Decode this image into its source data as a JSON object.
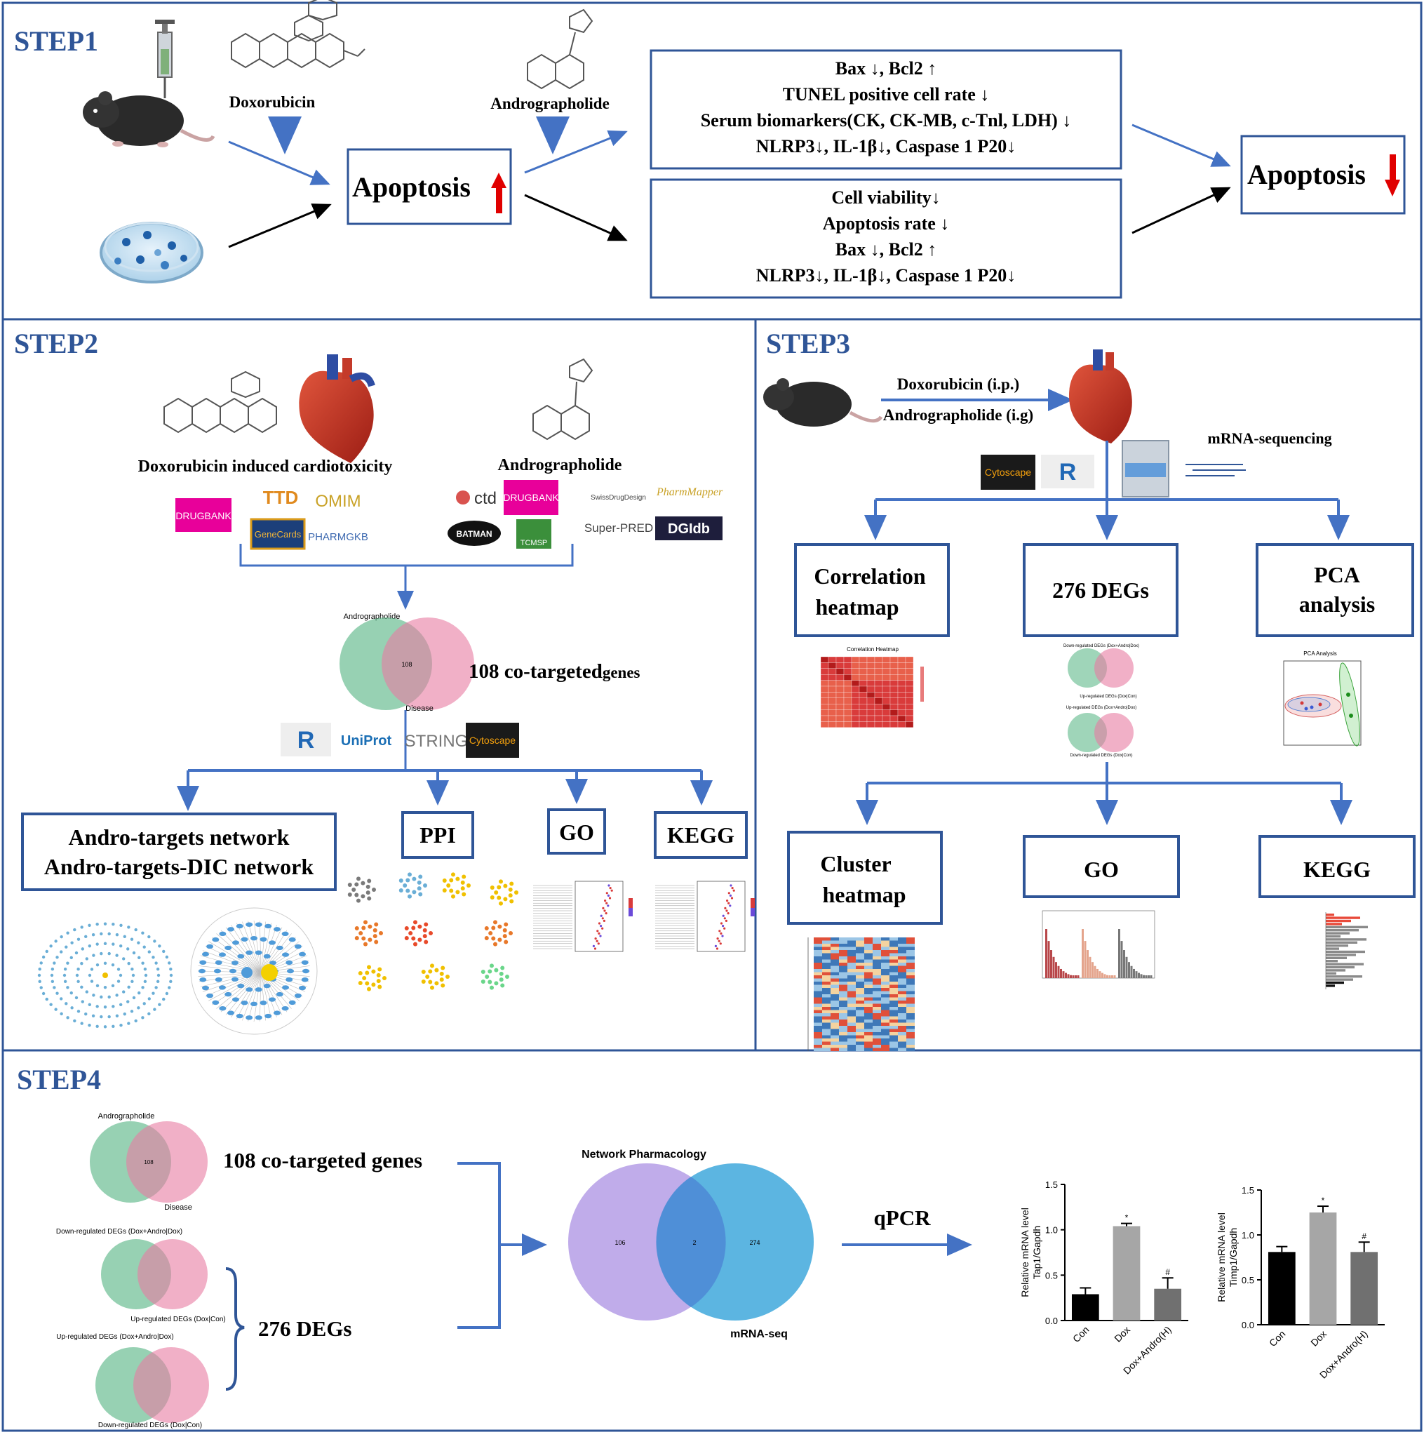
{
  "colors": {
    "border_blue": "#2f5597",
    "step_title": "#2f5597",
    "arrow_blue": "#4472c4",
    "arrow_black": "#000000",
    "up_red": "#e00000",
    "venn_green": "#5fb98a",
    "venn_pink": "#e77ba2",
    "venn_purple": "#b9a3e8",
    "venn_cyan": "#3fa8dc",
    "drugbank_magenta": "#e8009a"
  },
  "step1": {
    "title": "STEP1",
    "doxorubicin_label": "Doxorubicin",
    "andrographolide_label": "Andrographolide",
    "apoptosis_up": "Apoptosis",
    "apoptosis_down": "Apoptosis",
    "invivo_lines": [
      "Bax ↓, Bcl2 ↑",
      "TUNEL positive cell rate ↓",
      "Serum biomarkers(CK, CK-MB, c-Tnl, LDH) ↓",
      "NLRP3↓, IL-1β↓, Caspase 1 P20↓"
    ],
    "invitro_lines": [
      "Cell viability↓",
      "Apoptosis rate ↓",
      "Bax ↓, Bcl2 ↑",
      "NLRP3↓, IL-1β↓, Caspase 1 P20↓"
    ]
  },
  "step2": {
    "title": "STEP2",
    "disease_label": "Doxorubicin  induced  cardiotoxicity",
    "drug_label": "Andrographolide",
    "db_left": [
      "DRUGBANK",
      "TTD",
      "OMIM",
      "GeneCards",
      "PHARMGKB"
    ],
    "db_right": [
      "ctd",
      "DRUGBANK",
      "SwissDrugDesign",
      "PharmMapper",
      "BATMAN",
      "TCMSP",
      "Super-PRED",
      "DGIdb"
    ],
    "venn_top_label": "Andrographolide",
    "venn_bottom_label": "Disease",
    "venn_overlap": "108",
    "cotargeted_num": "108 co-targeted",
    "cotargeted_suffix": "genes",
    "tools": [
      "R",
      "UniProt",
      "STRING",
      "Cytoscape"
    ],
    "box_network_line1": "Andro-targets  network",
    "box_network_line2": "Andro-targets-DIC  network",
    "box_ppi": "PPI",
    "box_go": "GO",
    "box_kegg": "KEGG"
  },
  "step3": {
    "title": "STEP3",
    "dox_label": "Doxorubicin  (i.p.)",
    "andro_label": "Andrographolide  (i.g)",
    "seq_label": "mRNA-sequencing",
    "tools": [
      "Cytoscape",
      "R"
    ],
    "box_corr_line1": "Correlation",
    "box_corr_line2": "heatmap",
    "box_degs": "276 DEGs",
    "box_pca_line1": "PCA",
    "box_pca_line2": "analysis",
    "corr_title": "Correlation Heatmap",
    "pca_title": "PCA Analysis",
    "degs_small_1": "Down-regulated DEGs (Dox+Andro|Dox)",
    "degs_small_2": "Up-regulated DEGs (Dox|Con)",
    "degs_small_3": "Up-regulated DEGs (Dox+Andro|Dox)",
    "degs_small_4": "Down-regulated DEGs (Dox|Con)",
    "box_cluster_line1": "Cluster",
    "box_cluster_line2": "heatmap",
    "box_go": "GO",
    "box_kegg": "KEGG"
  },
  "step4": {
    "title": "STEP4",
    "venn1_top": "Andrographolide",
    "venn1_bottom": "Disease",
    "venn1_overlap": "108",
    "label_108": "108 co-targeted genes",
    "venn2_top": "Down-regulated DEGs (Dox+Andro|Dox)",
    "venn2_bottom": "Up-regulated DEGs (Dox|Con)",
    "venn3_top": "Up-regulated DEGs (Dox+Andro|Dox)",
    "venn3_bottom": "Down-regulated DEGs (Dox|Con)",
    "label_276": "276 DEGs",
    "big_venn_left": "Network Pharmacology",
    "big_venn_right": "mRNA-seq",
    "big_venn_left_only": "106",
    "big_venn_overlap": "2",
    "big_venn_right_only": "274",
    "qpcr_label": "qPCR"
  },
  "chart_data": [
    {
      "type": "bar",
      "ylabel": "Relative mRNA level Tap1/Gapdh",
      "categories": [
        "Con",
        "Dox",
        "Dox+Andro(H)"
      ],
      "values": [
        0.29,
        1.04,
        0.35
      ],
      "errors": [
        0.07,
        0.03,
        0.12
      ],
      "annotations": [
        "",
        "*",
        "#"
      ],
      "ylim": [
        0,
        1.5
      ],
      "yticks": [
        "0.0",
        "0.5",
        "1.0",
        "1.5"
      ],
      "colors": [
        "#000000",
        "#a6a6a6",
        "#707070"
      ]
    },
    {
      "type": "bar",
      "ylabel": "Relative mRNA level Timp1/Gapdh",
      "categories": [
        "Con",
        "Dox",
        "Dox+Andro(H)"
      ],
      "values": [
        0.81,
        1.25,
        0.81
      ],
      "errors": [
        0.06,
        0.07,
        0.11
      ],
      "annotations": [
        "",
        "*",
        "#"
      ],
      "ylim": [
        0,
        1.5
      ],
      "yticks": [
        "0.0",
        "0.5",
        "1.0",
        "1.5"
      ],
      "colors": [
        "#000000",
        "#a6a6a6",
        "#707070"
      ]
    }
  ]
}
